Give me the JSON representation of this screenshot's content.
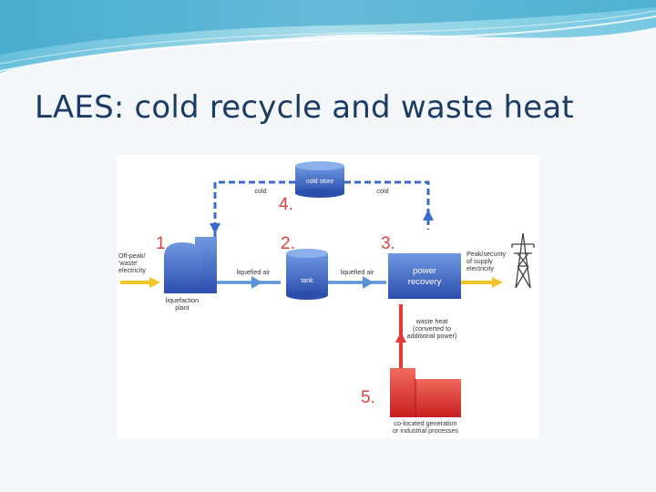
{
  "slide": {
    "title": "LAES: cold recycle and waste heat"
  },
  "diagram": {
    "numbers": [
      "1.",
      "2.",
      "3.",
      "4.",
      "5."
    ],
    "labels": {
      "input": [
        "Off-peak/",
        "'waste'",
        "electricity"
      ],
      "liquefaction": [
        "liquefaction",
        "plant"
      ],
      "liquefied_air_1": "liquefied air",
      "tank": "tank",
      "liquefied_air_2": "liquefied air",
      "power_recovery": [
        "power",
        "recovery"
      ],
      "output": [
        "Peak/security",
        "of supply",
        "electricity"
      ],
      "cold_store": "cold store",
      "cold_left": "cold",
      "cold_right": "cold",
      "waste_heat": [
        "waste heat",
        "(converted to",
        "additional power)"
      ],
      "colocated": [
        "co-located generation",
        "or industrial processes"
      ]
    },
    "colors": {
      "blue_fill": "#3f68c4",
      "blue_line": "#5b93d6",
      "red_fill": "#e23a35",
      "yellow": "#f1c42a",
      "number_red": "#e0413f"
    }
  }
}
